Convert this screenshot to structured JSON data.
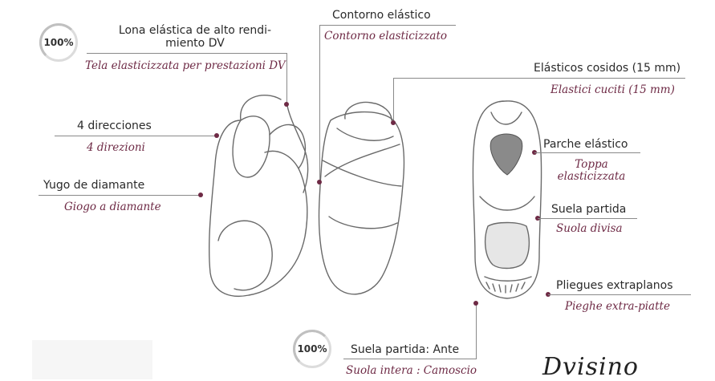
{
  "badges": {
    "top_left": "100%",
    "bottom": "100%"
  },
  "callouts": {
    "lona": {
      "es": "Lona elástica de alto rendi-\nmiento DV",
      "it": "Tela elasticizzata per prestazioni DV"
    },
    "contorno": {
      "es": "Contorno elástico",
      "it": "Contorno elasticizzato"
    },
    "elasticos": {
      "es": "Elásticos cosidos (15 mm)",
      "it": "Elastici cuciti (15 mm)"
    },
    "direcciones": {
      "es": "4 direcciones",
      "it": "4 direzioni"
    },
    "parche": {
      "es": "Parche elástico",
      "it": "Toppa\nelasticizzata"
    },
    "yugo": {
      "es": "Yugo de diamante",
      "it": "Giogo a diamante"
    },
    "suela_partida": {
      "es": "Suela partida",
      "it": "Suola divisa"
    },
    "pliegues": {
      "es": "Pliegues extraplanos",
      "it": "Pieghe extra-piatte"
    },
    "suela_ante": {
      "es": "Suela partida: Ante",
      "it": "Suola intera : Camoscio"
    }
  },
  "signature": "Dvisino",
  "colors": {
    "accent": "#6e2a45",
    "text": "#2a2a2a",
    "line": "#8a8a8a"
  }
}
